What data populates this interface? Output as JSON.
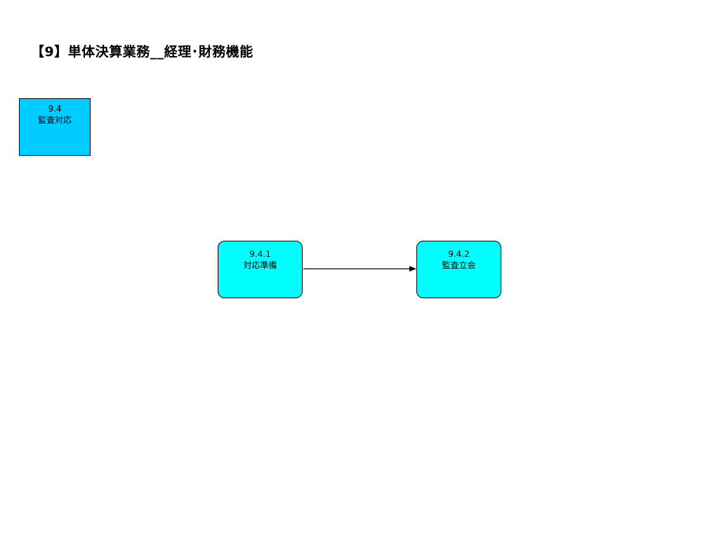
{
  "title": "【9】単体決算業務__経理･財務機能",
  "parent_node": {
    "id": "9.4",
    "label": "監査対応"
  },
  "process_nodes": [
    {
      "id": "9.4.1",
      "label": "対応準備"
    },
    {
      "id": "9.4.2",
      "label": "監査立会"
    }
  ],
  "connectors": [
    {
      "from": "9.4.1",
      "to": "9.4.2"
    }
  ],
  "colors": {
    "parent_fill": "#00ccff",
    "process_fill": "#00ffff",
    "stroke": "#000000"
  }
}
